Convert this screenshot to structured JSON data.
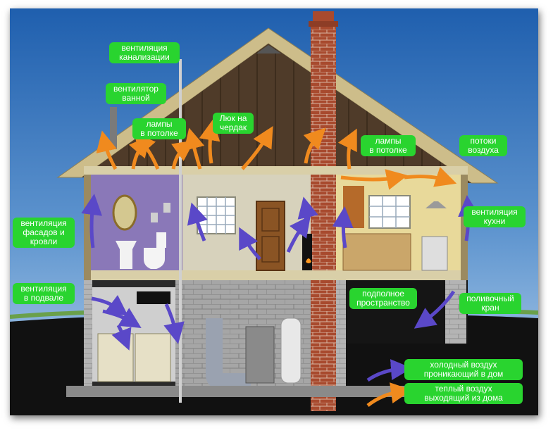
{
  "labels": {
    "sewer_vent": [
      "вентиляция",
      "канализации"
    ],
    "bath_fan": [
      "вентилятор",
      "ванной"
    ],
    "ceiling_lamps_left": [
      "лампы",
      "в потолке"
    ],
    "attic_hatch": [
      "Люк на",
      "чердак"
    ],
    "ceiling_lamps_right": [
      "лампы",
      "в потолке"
    ],
    "air_flows": [
      "потоки",
      "воздуха"
    ],
    "facade_roof_vent": [
      "вентиляция",
      "фасадов и",
      "кровли"
    ],
    "kitchen_vent": [
      "вентиляция",
      "кухни"
    ],
    "basement_vent": [
      "вентиляция",
      "в подвале"
    ],
    "crawl_space": [
      "подполное",
      "пространство"
    ],
    "hose_tap": [
      "поливочный",
      "кран"
    ]
  },
  "legend": {
    "cold": [
      "холодный воздух",
      "проникающий в дом"
    ],
    "warm": [
      "теплый воздух",
      "выходящий из дома"
    ]
  },
  "colors": {
    "label_bg": "#29d42f",
    "label_text": "#ffffff",
    "warm_arrow": "#f08a1e",
    "cold_arrow": "#4a63d0",
    "sky_top": "#1f5fae",
    "sky_bottom": "#a8c8e8"
  }
}
